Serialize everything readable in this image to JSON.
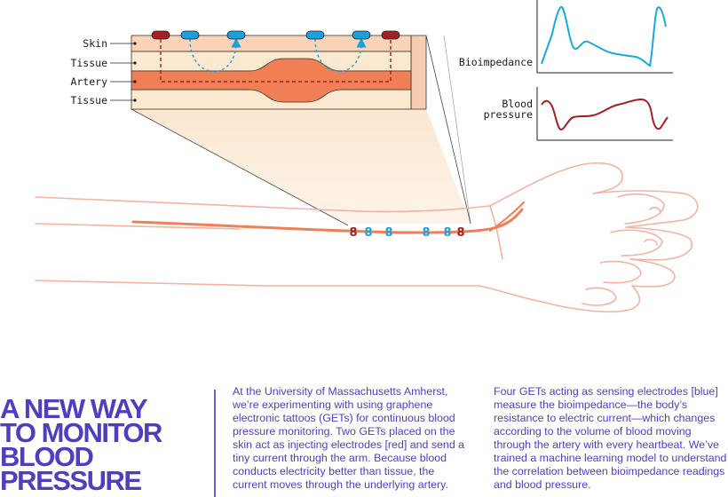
{
  "diagram": {
    "layers": [
      "Skin",
      "Tissue",
      "Artery",
      "Tissue"
    ],
    "graphs": {
      "bioimpedance_label": "Bioimpedance",
      "blood_pressure_label_line1": "Blood",
      "blood_pressure_label_line2": "pressure"
    },
    "electrode_glyph": "8",
    "electrode_sequence": [
      "red",
      "blue",
      "blue",
      "blue",
      "blue",
      "red"
    ],
    "colors": {
      "injecting_electrode": "#a51e23",
      "sensing_electrode": "#1aa0dc",
      "artery": "#f07f55",
      "skin_layer": "#f9d4b8",
      "tissue_layer": "#fde8d0",
      "bioimpedance_curve": "#1aa8e0",
      "blood_pressure_curve": "#a51e23",
      "arm_outline": "#f2b3a0",
      "title_text": "#4d3fbf"
    }
  },
  "article": {
    "title_lines": [
      "A NEW WAY",
      "TO MONITOR",
      "BLOOD",
      "PRESSURE"
    ],
    "paragraph_1": "At the University of Massachusetts Amherst, we’re experimenting with using graphene electronic tattoos (GETs) for continuous blood pressure monitoring. Two GETs placed on the skin act as injecting electrodes [red] and send a tiny current through the arm. Because blood conducts electricity better than tissue, the current moves through the underlying artery.",
    "paragraph_2": "Four GETs acting as sensing electrodes [blue] measure the bioimpedance—the body’s resistance to electric current—which changes according to the volume of blood moving through the artery with every heartbeat. We’ve trained a machine learning model to understand the correlation between bioimpedance readings and blood pressure."
  }
}
